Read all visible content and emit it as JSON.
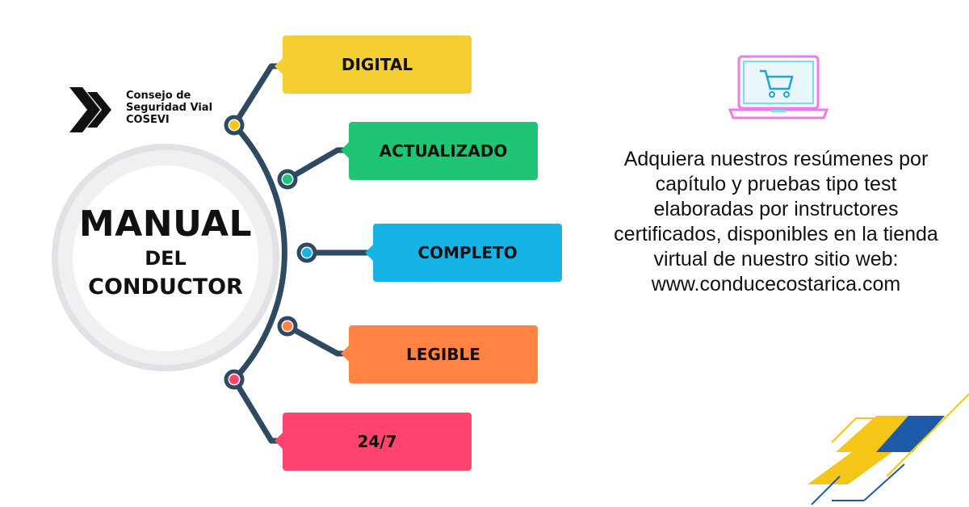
{
  "logo": {
    "line1": "Consejo de",
    "line2": "Seguridad Vial",
    "line3": "COSEVI"
  },
  "title": {
    "line1": "MANUAL",
    "line2": "DEL",
    "line3": "CONDUCTOR"
  },
  "features": [
    {
      "label": "DIGITAL",
      "color": "#f5cf31"
    },
    {
      "label": "ACTUALIZADO",
      "color": "#1fc475"
    },
    {
      "label": "COMPLETO",
      "color": "#16b3e6"
    },
    {
      "label": "LEGIBLE",
      "color": "#ff8443"
    },
    {
      "label": "24/7",
      "color": "#ff4470"
    }
  ],
  "description": {
    "line1": "Adquiera nuestros resúmenes por",
    "line2": "capítulo y pruebas tipo test",
    "line3": "elaboradas por instructores",
    "line4": "certificados, disponibles en la tienda",
    "line5": "virtual de nuestro sitio web:",
    "line6": "www.conducecostarica.com"
  },
  "icons": {
    "laptop": "laptop-cart-icon",
    "logo": "cosevi-logo-icon"
  },
  "colors": {
    "branch": "#2e4a62",
    "accent_yellow": "#f5c518",
    "accent_blue": "#1d5aa8"
  }
}
